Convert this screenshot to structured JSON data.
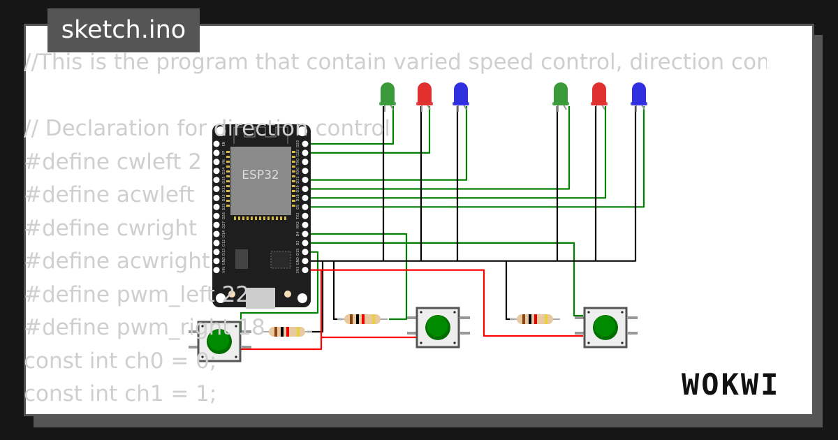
{
  "file_tab": {
    "title": "sketch.ino"
  },
  "code_lines": [
    "//This is the program that contain varied speed control, direction control",
    "",
    "// Declaration for direction control",
    "#define cwleft 2",
    "#define acwleft",
    "#define cwright",
    "#define acwright",
    "#define pwm_left 22",
    "#define pwm_right 18",
    "const int ch0 = 0;",
    "const int ch1 = 1;"
  ],
  "board": {
    "chip_label": "ESP32",
    "left_pins": [
      "EN",
      "VP",
      "VN",
      "D34",
      "D35",
      "D32",
      "D33",
      "D25",
      "D26",
      "D27",
      "D14",
      "D12",
      "D13",
      "GND",
      "VIN"
    ],
    "right_pins": [
      "D23",
      "D22",
      "TX0",
      "RX0",
      "D21",
      "D19",
      "D18",
      "D5",
      "TX2",
      "RX2",
      "D4",
      "D2",
      "D15",
      "GND",
      "3V3"
    ]
  },
  "leds": [
    {
      "color": "#3a9a3a"
    },
    {
      "color": "#e03030"
    },
    {
      "color": "#3030e0"
    },
    {
      "color": "#3a9a3a"
    },
    {
      "color": "#e03030"
    },
    {
      "color": "#3030e0"
    }
  ],
  "wire_colors": {
    "signal": "#008000",
    "ground": "#000000",
    "power": "#ff0000"
  },
  "logo": "WOKWI"
}
